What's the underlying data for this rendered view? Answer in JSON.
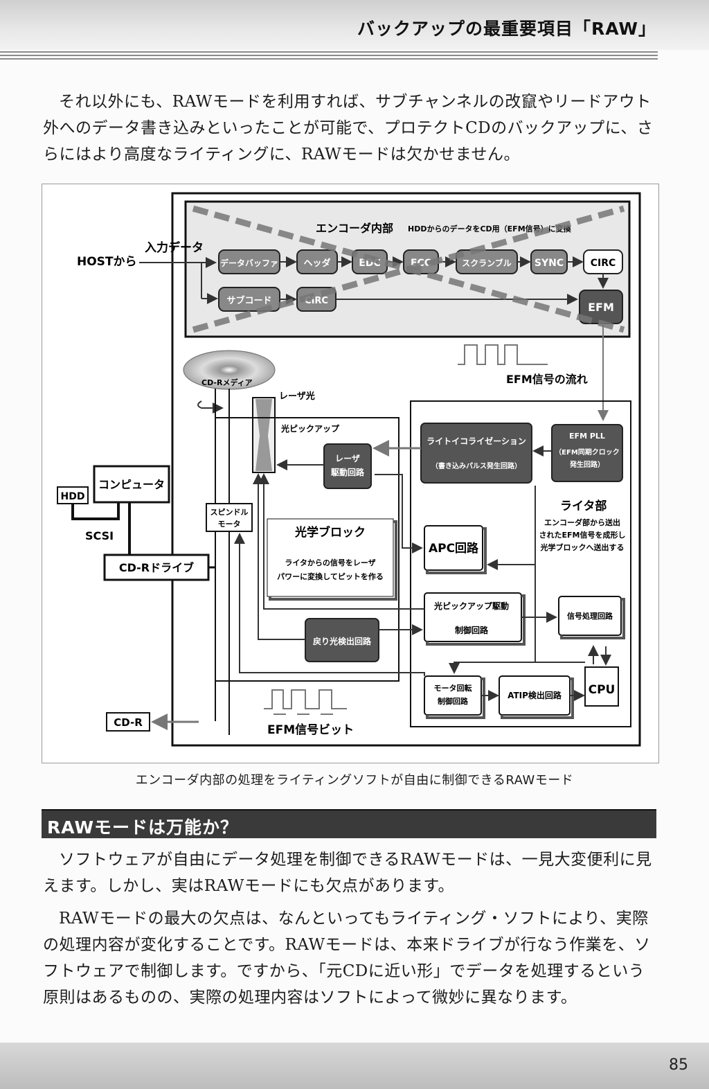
{
  "header": {
    "title": "バックアップの最重要項目「RAW」"
  },
  "para1": "それ以外にも、RAWモードを利用すれば、サブチャンネルの改竄やリードアウト外へのデータ書き込みといったことが可能で、プロテクトCDのバックアップに、さらにはより高度なライティングに、RAWモードは欠かせません。",
  "figure": {
    "encoder_title": "エンコーダ内部",
    "encoder_sub": "HDDからのデータをCD用（EFM信号）に変換",
    "host_from": "HOSTから",
    "input_data": "入力データ",
    "blocks": [
      "データバッファ",
      "ヘッダ",
      "EDC",
      "ECC",
      "スクランブル",
      "SYNC",
      "CIRC"
    ],
    "subcode": "サブコード",
    "circ2": "CIRC",
    "efm": "EFM",
    "efm_flow": "EFM信号の流れ",
    "cdr_media": "CD-Rメディア",
    "laser_light": "レーザ光",
    "pickup": "光ピックアップ",
    "laser_drive": [
      "レーザ",
      "駆動回路"
    ],
    "write_eq": "ライトイコライゼーション",
    "write_pulse": "（書き込みパルス発生回路）",
    "efm_pll": [
      "EFM PLL",
      "（EFM同期クロック",
      "発生回路）"
    ],
    "writer_section": "ライタ部",
    "writer_desc": [
      "エンコーダ部から送出",
      "されたEFM信号を成形し",
      "光学ブロックへ送出する"
    ],
    "hdd": "HDD",
    "computer": "コンピュータ",
    "scsi": "SCSI",
    "cdr_drive": "CD-Rドライブ",
    "spindle": [
      "スピンドル",
      "モータ"
    ],
    "optical_block": "光学ブロック",
    "optical_desc": [
      "ライタからの信号をレーザ",
      "パワーに変換してピットを作る"
    ],
    "apc": "APC回路",
    "pickup_drive": [
      "光ピックアップ駆動",
      "制御回路"
    ],
    "signal_proc": "信号処理回路",
    "return_light": "戻り光検出回路",
    "motor_ctrl": [
      "モータ回転",
      "制御回路"
    ],
    "atip": "ATIP検出回路",
    "cpu": "CPU",
    "cdr": "CD-R",
    "efm_bits": "EFM信号ビット"
  },
  "caption": "エンコーダ内部の処理をライティングソフトが自由に制御できるRAWモード",
  "section_heading": "RAWモードは万能か？",
  "para2": "ソフトウェアが自由にデータ処理を制御できるRAWモードは、一見大変便利に見えます。しかし、実はRAWモードにも欠点があります。",
  "para3": "RAWモードの最大の欠点は、なんといってもライティング・ソフトにより、実際の処理内容が変化することです。RAWモードは、本来ドライブが行なう作業を、ソフトウェアで制御します。ですから、「元CDに近い形」でデータを処理するという原則はあるものの、実際の処理内容はソフトによって微妙に異なります。",
  "page_number": "85"
}
